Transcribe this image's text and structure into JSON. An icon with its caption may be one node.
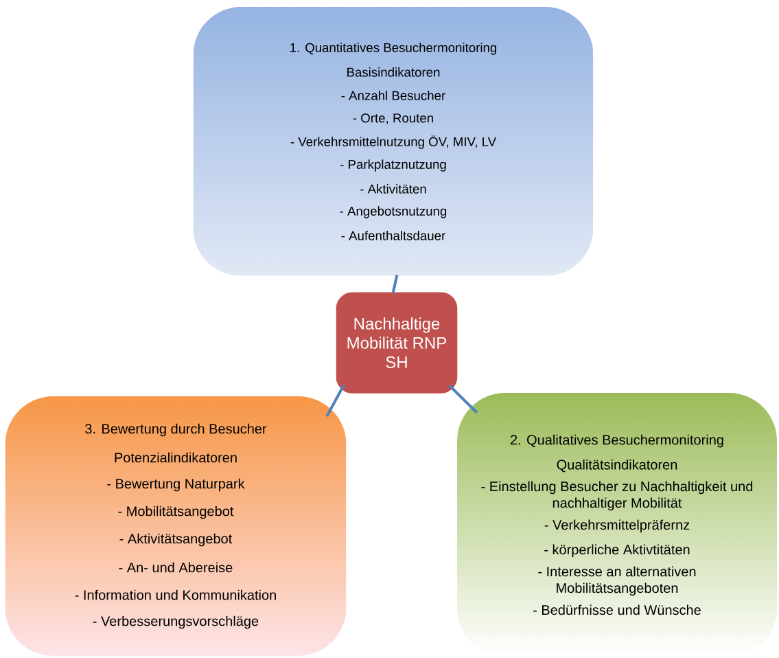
{
  "diagram": {
    "nodes": [
      {
        "text": [
          "1. Quantitatives Besuchermonitoring",
          "Basisindikatoren",
          "- Anzahl Besucher",
          "- Orte, Routen",
          "- Verkehrsmittelnutzung ÖV, MIV, LV",
          "- Parkplatznutzung",
          "- Aktivitäten",
          "- Angebotsnutzung",
          "- Aufenthaltsdauer"
        ]
      },
      {
        "text": [
          "Nachhaltige Mobilität RNP SH"
        ]
      },
      {
        "text": [
          "3. Bewertung durch Besucher",
          "Potenzialindikatoren",
          "- Bewertung Naturpark",
          "- Mobilitätsangebot",
          "- Aktivitätsangebot",
          "- An- und Abereise",
          "- Information und Kommunikation",
          "- Verbesserungsvorschläge"
        ]
      },
      {
        "text": [
          "2. Qualitatives Besuchermonitoring",
          "Qualitätsindikatoren",
          "- Einstellung Besucher zu Nachhaltigkeit und nachhaltiger Mobilität",
          "- Verkehrsmittelpräfernz",
          "- körperliche Aktivtitäten",
          "- Interesse an alternativen Mobilitätsangeboten",
          "- Bedürfnisse und Wünsche"
        ]
      }
    ],
    "edges": [
      {
        "from": 1,
        "to": 0,
        "arrow": "none"
      },
      {
        "from": 1,
        "to": 2,
        "arrow": "none"
      },
      {
        "from": 1,
        "to": 3,
        "arrow": "none"
      }
    ]
  }
}
